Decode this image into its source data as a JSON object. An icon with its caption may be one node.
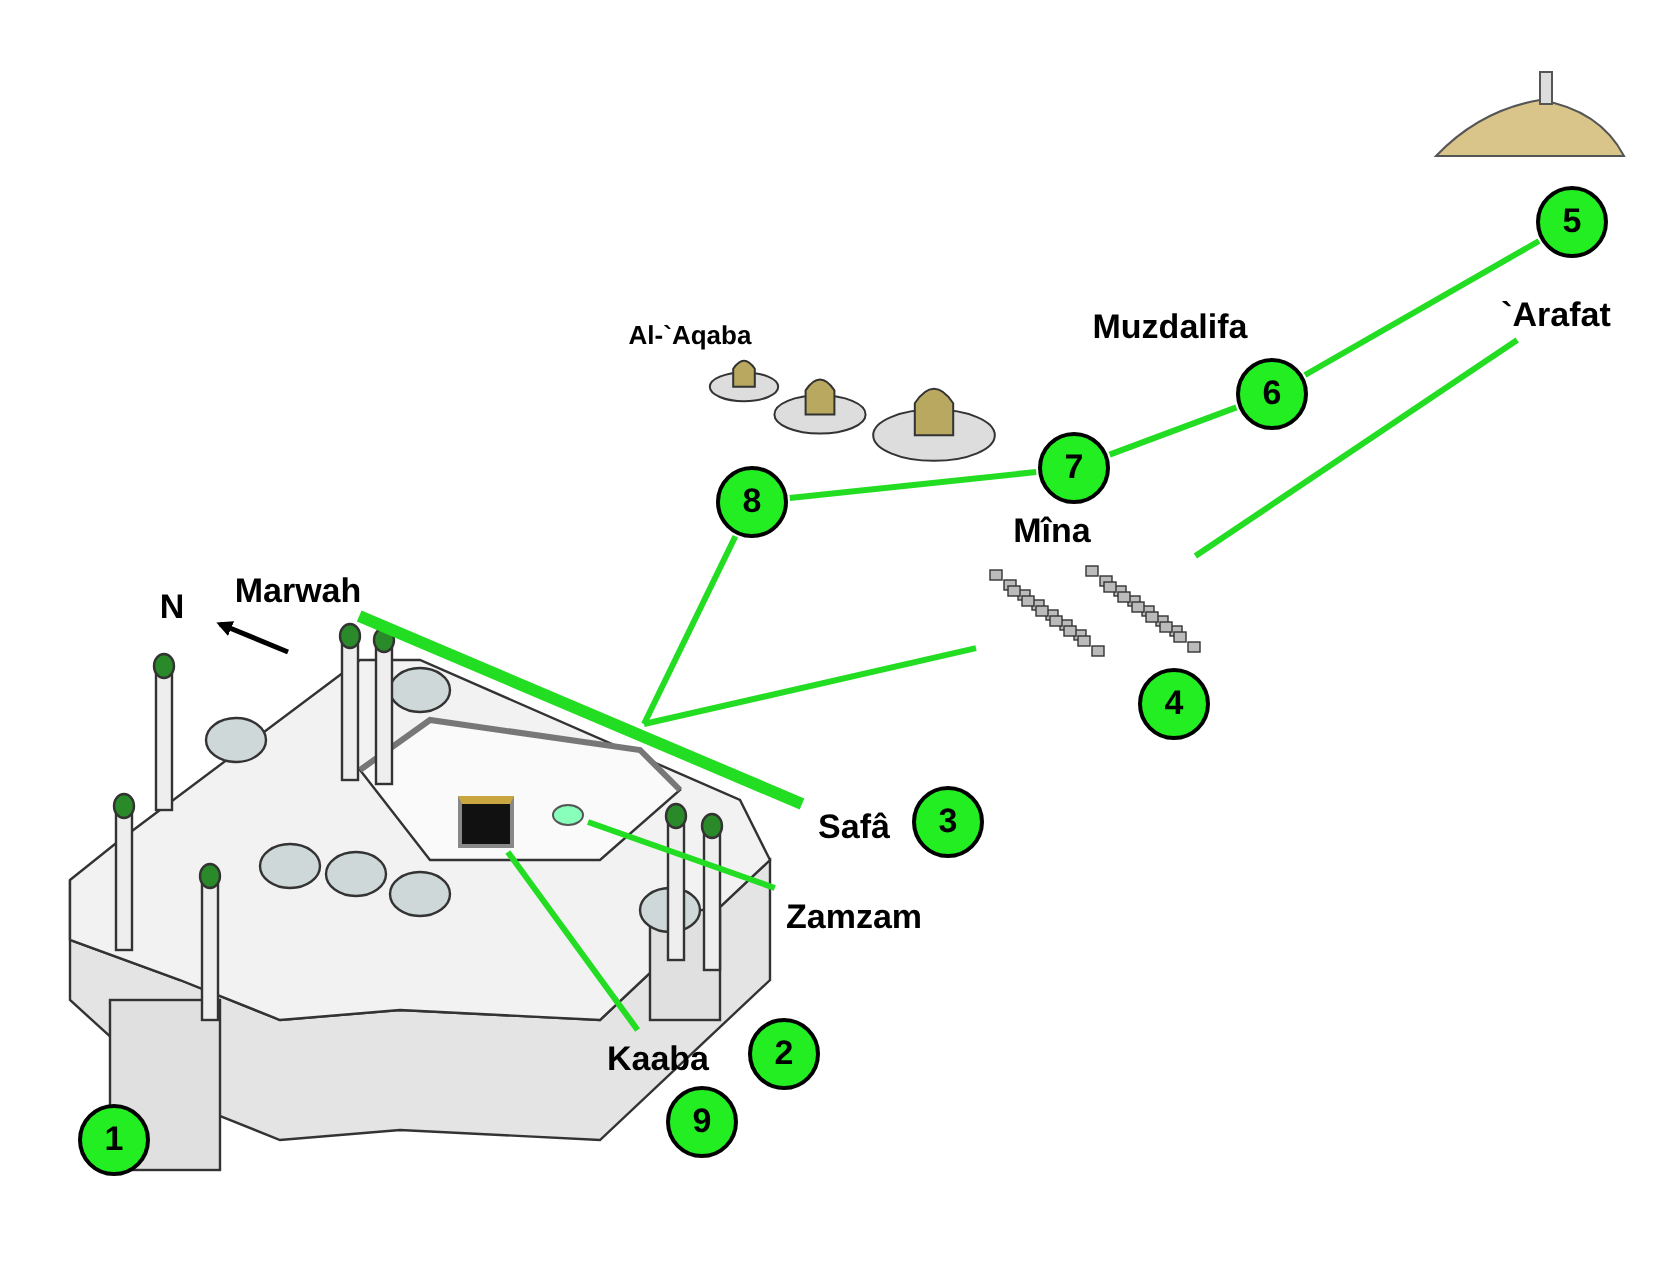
{
  "diagram": {
    "nodes": [
      {
        "text": [
          "5"
        ]
      },
      {
        "text": [
          "`Arafat"
        ]
      },
      {
        "text": [
          "Muzdalifa"
        ]
      },
      {
        "text": [
          "6"
        ]
      },
      {
        "text": [
          "Al-`Aqaba"
        ]
      },
      {
        "text": [
          "7"
        ]
      },
      {
        "text": [
          "8"
        ]
      },
      {
        "text": [
          "Mîna"
        ]
      },
      {
        "text": [],
        "shape": "picture"
      },
      {
        "text": [
          "Marwah"
        ]
      },
      {
        "text": [
          "4"
        ]
      },
      {
        "text": [],
        "shape": "picture"
      },
      {
        "text": [
          "Safâ"
        ]
      },
      {
        "text": [
          "3"
        ]
      },
      {
        "text": [
          "Zamzam"
        ]
      },
      {
        "text": [
          "Kaaba"
        ]
      },
      {
        "text": [
          "2"
        ]
      },
      {
        "text": [
          "9"
        ]
      },
      {
        "text": [
          "1"
        ]
      },
      {
        "text": [],
        "shape": "box",
        "in": 11
      },
      {
        "text": [],
        "shape": "circle",
        "in": 11
      }
    ],
    "edges": [
      {
        "from": 0,
        "to": 3,
        "arrow": "none"
      },
      {
        "from": 3,
        "to": 5,
        "arrow": "none"
      },
      {
        "from": 5,
        "to": 6,
        "arrow": "none"
      },
      {
        "from": 6,
        "to": 11,
        "arrow": "none"
      },
      {
        "from": 8,
        "to": 11,
        "arrow": "none"
      },
      {
        "from": 1,
        "to": 8,
        "arrow": "none"
      },
      {
        "from": 9,
        "to": 12,
        "arrow": "none",
        "style": "thick"
      },
      {
        "from": 14,
        "to": 20,
        "arrow": "none"
      },
      {
        "from": 15,
        "to": 19,
        "arrow": "none"
      }
    ],
    "labels": [
      "N"
    ]
  }
}
